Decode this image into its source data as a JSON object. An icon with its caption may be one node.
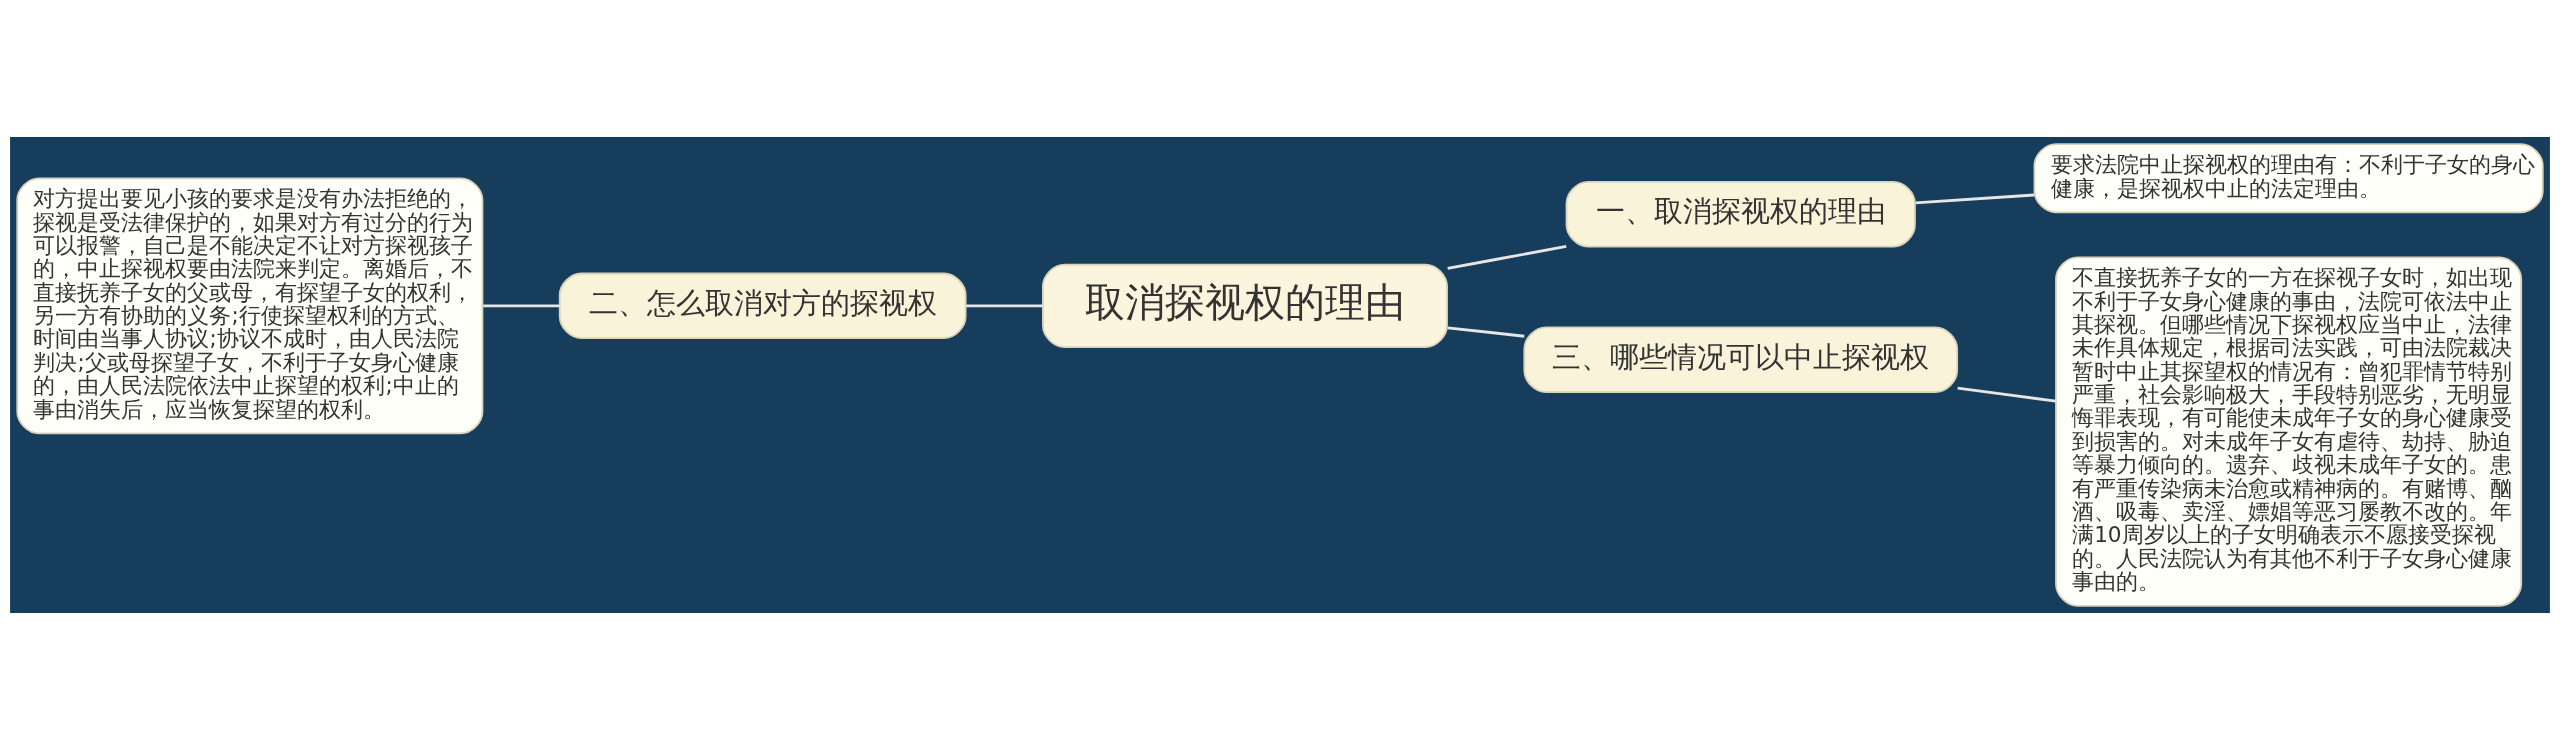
{
  "diagram": {
    "nodes": [
      {
        "text": [
          "取消探视权的理由"
        ]
      },
      {
        "text": [
          "一、取消探视权的理由"
        ]
      },
      {
        "text": [
          "要求法院中止探视权的理由有：不利于子女的身心健康，是探视权中止的法定理由。"
        ]
      },
      {
        "text": [
          "二、怎么取消对方的探视权"
        ]
      },
      {
        "text": [
          "对方提出要见小孩的要求是没有办法拒绝的，探视是受法律保护的，如果对方有过分的行为可以报警，自己是不能决定不让对方探视孩子的，中止探视权要由法院来判定。离婚后，不直接抚养子女的父或母，有探望子女的权利，另一方有协助的义务;行使探望权利的方式、时间由当事人协议;协议不成时，由人民法院判决;父或母探望子女，不利于子女身心健康的，由人民法院依法中止探望的权利;中止的事由消失后，应当恢复探望的权利。"
        ]
      },
      {
        "text": [
          "三、哪些情况可以中止探视权"
        ]
      },
      {
        "text": [
          "不直接抚养子女的一方在探视子女时，如出现不利于子女身心健康的事由，法院可依法中止其探视。但哪些情况下探视权应当中止，法律未作具体规定，根据司法实践，可由法院裁决暂时中止其探望权的情况有：曾犯罪情节特别严重，社会影响极大，手段特别恶劣，无明显悔罪表现，有可能使未成年子女的身心健康受到损害的。对未成年子女有虐待、劫持、胁迫等暴力倾向的。遗弃、歧视未成年子女的。患有严重传染病未治愈或精神病的。有赌博、酗酒、吸毒、卖淫、嫖娼等恶习屡教不改的。年满10周岁以上的子女明确表示不愿接受探视的。人民法院认为有其他不利于子女身心健康事由的。"
        ]
      }
    ],
    "edges": [
      {
        "from": 0,
        "to": 1,
        "arrow": "none"
      },
      {
        "from": 1,
        "to": 2,
        "arrow": "none"
      },
      {
        "from": 0,
        "to": 3,
        "arrow": "none"
      },
      {
        "from": 3,
        "to": 4,
        "arrow": "none"
      },
      {
        "from": 0,
        "to": 5,
        "arrow": "none"
      },
      {
        "from": 5,
        "to": 6,
        "arrow": "none"
      }
    ]
  }
}
